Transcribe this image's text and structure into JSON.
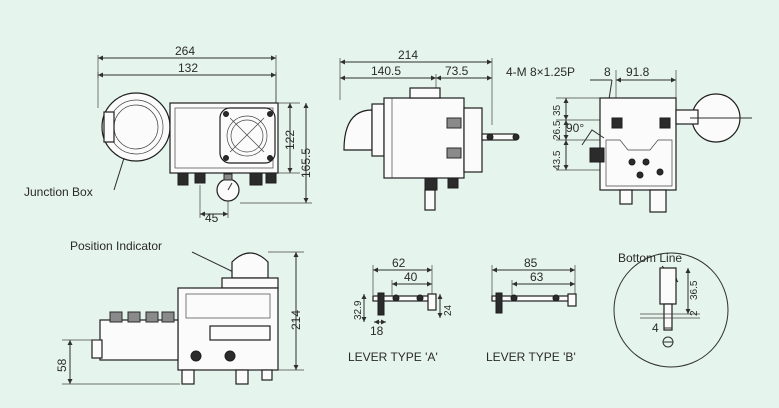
{
  "top_view": {
    "dim_overall": "264",
    "dim_body": "132",
    "dim_height_inner": "122",
    "dim_height_outer": "165.5",
    "dim_gauge": "45",
    "junction_box_label": "Junction Box"
  },
  "side_view": {
    "dim_overall": "214",
    "dim_left": "140.5",
    "dim_right": "73.5"
  },
  "right_view": {
    "thread_label": "4-M 8×1.25P",
    "dim_8": "8",
    "dim_91_8": "91.8",
    "dim_35": "35",
    "dim_26_5": "26.5",
    "dim_43_5": "43.5",
    "angle": "90°"
  },
  "front_view": {
    "position_indicator_label": "Position Indicator",
    "dim_height": "214",
    "dim_58": "58"
  },
  "lever_a": {
    "dim_62": "62",
    "dim_40": "40",
    "dim_32_9": "32.9",
    "dim_24": "24",
    "dim_18": "18",
    "label": "LEVER TYPE 'A'"
  },
  "lever_b": {
    "dim_85": "85",
    "dim_63": "63",
    "label": "LEVER TYPE 'B'"
  },
  "bottom_detail": {
    "label": "Bottom Line",
    "dim_36_5": "36.5",
    "dim_2": "2",
    "dim_4": "4"
  }
}
